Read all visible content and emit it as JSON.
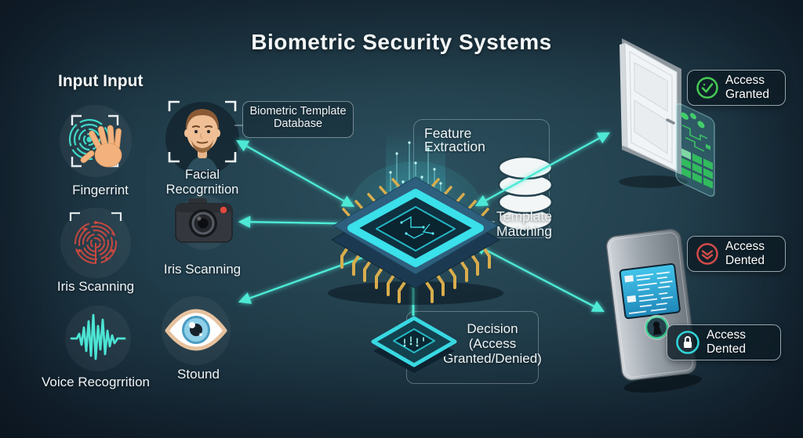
{
  "title": "Biometric Security Systems",
  "colors": {
    "background": "#1d3442",
    "arrow_teal": "#4ee9d5",
    "granted_green": "#45c853",
    "denied_red": "#d14b49",
    "lock_teal": "#30d2d6",
    "chip_ring_teal": "#3ae0ea",
    "gold_pins": "#d9ad4c",
    "database_white": "#f3f6f7"
  },
  "input_column": {
    "header": "Input Input",
    "items": [
      {
        "label": "Fingerrint",
        "icon": "fingerprint-hand-icon"
      },
      {
        "label": "Iris Scanning",
        "icon": "iris-pattern-icon"
      },
      {
        "label": "Voice Recogrrition",
        "icon": "voice-waveform-icon"
      }
    ]
  },
  "capture_column": {
    "items": [
      {
        "label": "Facial Recogrnition",
        "icon": "face-portrait-icon"
      },
      {
        "label": "Iris Scanning",
        "icon": "camera-icon"
      },
      {
        "label": "Stound",
        "icon": "eye-icon"
      }
    ]
  },
  "process": {
    "database_callout": {
      "line1": "Biometric Template",
      "line2": "Database"
    },
    "feature_extraction": {
      "line1": "Feature",
      "line2": "Extraction"
    },
    "template_matching": {
      "line1": "Template",
      "line2": "Matching"
    },
    "decision": {
      "line1": "Decision",
      "line2": "(Access",
      "line3": "Granted/Denied)"
    },
    "icons": [
      "processor-chip-icon",
      "database-cylinder-icon",
      "decision-chip-icon"
    ]
  },
  "outputs": {
    "granted_badge": {
      "line1": "Access",
      "line2": "Granted",
      "icon": "granted-check-icon"
    },
    "denied_badge_top": {
      "line1": "Access",
      "line2": "Dented",
      "icon": "denied-check-icon"
    },
    "denied_badge_bottom": {
      "line1": "Access",
      "line2": "Dented",
      "icon": "lock-icon"
    },
    "scene_icons": [
      "door-icon",
      "access-panel-icon"
    ]
  }
}
